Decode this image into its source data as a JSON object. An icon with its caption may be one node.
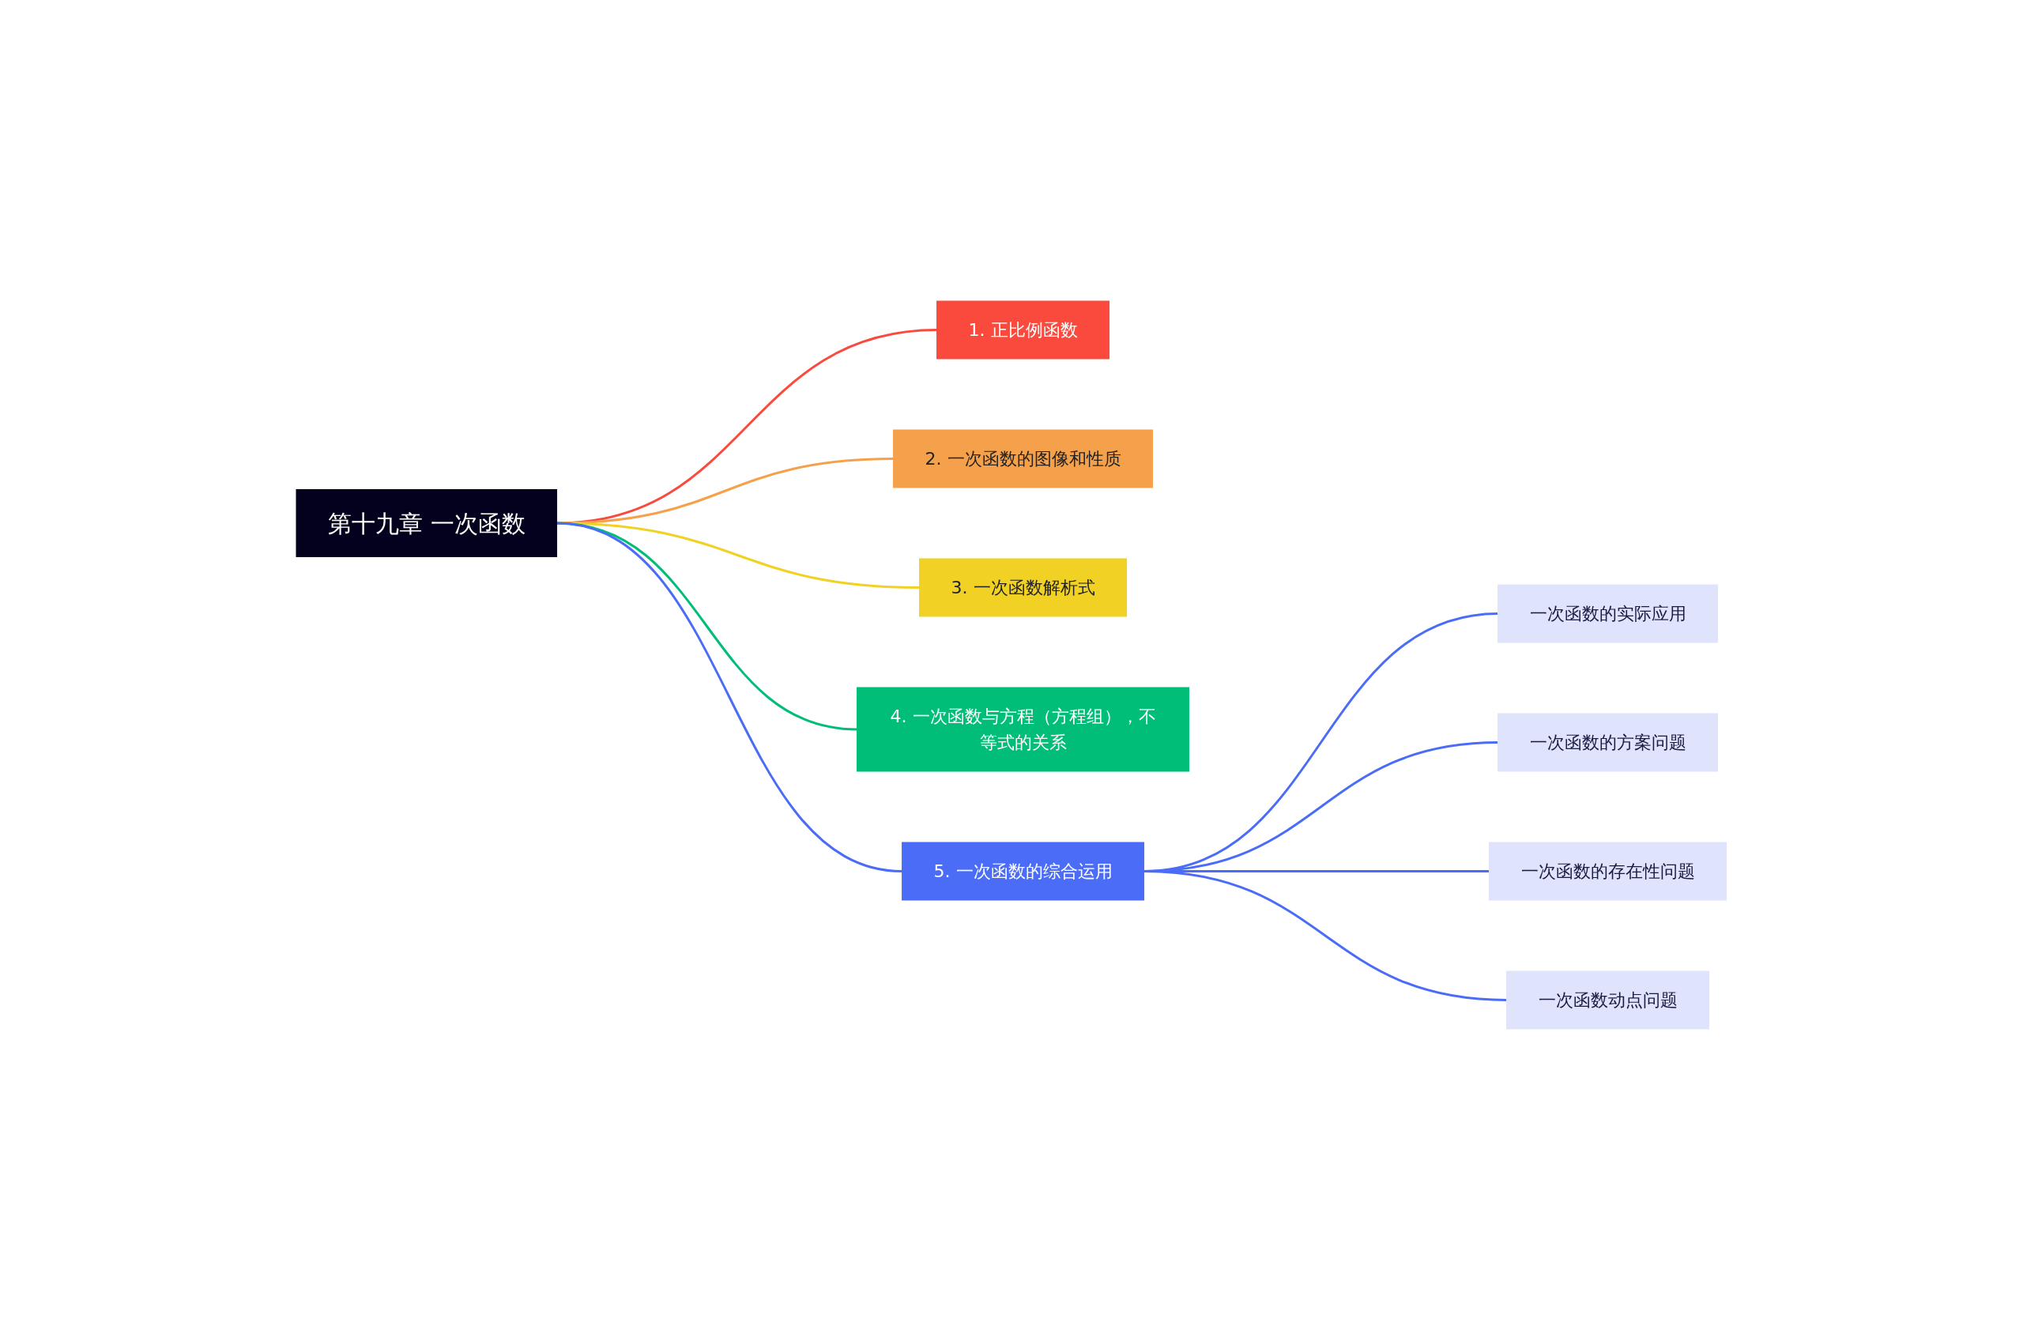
{
  "diagram": {
    "nodes": [
      {
        "text": [
          "第十九章 一次函数"
        ]
      },
      {
        "text": [
          "1. 正比例函数"
        ]
      },
      {
        "text": [
          "2. 一次函数的图像和性质"
        ]
      },
      {
        "text": [
          "3. 一次函数解析式"
        ]
      },
      {
        "text": [
          "4. 一次函数与方程（方程组），不等式的关系"
        ]
      },
      {
        "text": [
          "5. 一次函数的综合运用"
        ]
      },
      {
        "text": [
          "一次函数的实际应用"
        ]
      },
      {
        "text": [
          "一次函数的方案问题"
        ]
      },
      {
        "text": [
          "一次函数的存在性问题"
        ]
      },
      {
        "text": [
          "一次函数动点问题"
        ]
      }
    ],
    "edges": [
      {
        "from": 0,
        "to": 1,
        "arrow": "none",
        "color": "#f94a3d"
      },
      {
        "from": 0,
        "to": 2,
        "arrow": "none",
        "color": "#f5a14c"
      },
      {
        "from": 0,
        "to": 3,
        "arrow": "none",
        "color": "#f0d124"
      },
      {
        "from": 0,
        "to": 4,
        "arrow": "none",
        "color": "#00be78"
      },
      {
        "from": 0,
        "to": 5,
        "arrow": "none"
      },
      {
        "from": 5,
        "to": 6,
        "arrow": "none"
      },
      {
        "from": 5,
        "to": 7,
        "arrow": "none"
      },
      {
        "from": 5,
        "to": 8,
        "arrow": "none"
      },
      {
        "from": 5,
        "to": 9,
        "arrow": "none"
      }
    ]
  }
}
